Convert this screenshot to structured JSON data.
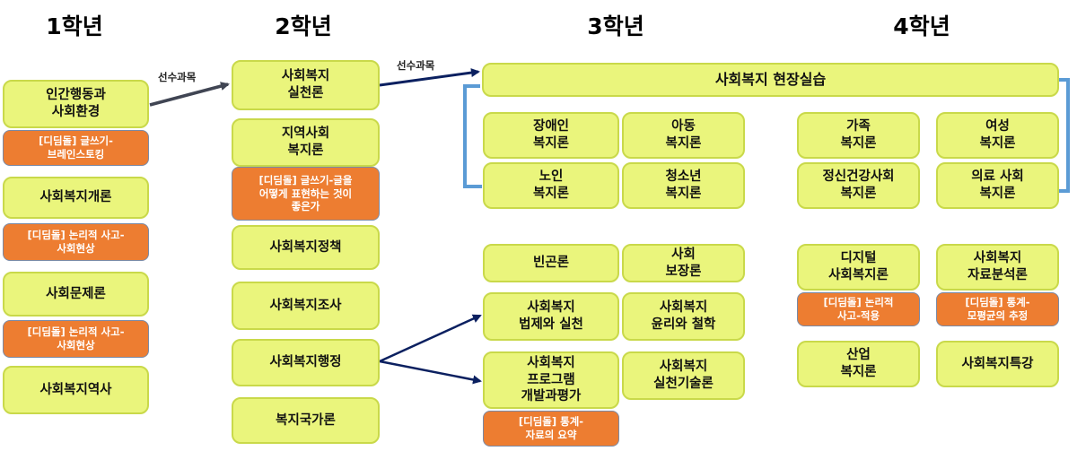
{
  "years": [
    "1학년",
    "2학년",
    "3학년",
    "4학년"
  ],
  "prerequisite_label": "선수과목",
  "year1": {
    "human_behavior": "인간행동과\n사회환경",
    "tag_brainstorm": "[디딤돌] 글쓰기-\n브레인스토킹",
    "intro": "사회복지개론",
    "tag_logic1": "[디딤돌] 논리적 사고-\n사회현상",
    "problems": "사회문제론",
    "tag_logic2": "[디딤돌] 논리적 사고-\n사회현상",
    "history": "사회복지역사"
  },
  "year2": {
    "practice_theory": "사회복지\n실천론",
    "community": "지역사회\n복지론",
    "tag_writing": "[디딤돌] 글쓰기-글을\n어떻게 표현하는 것이\n좋은가",
    "policy": "사회복지정책",
    "research": "사회복지조사",
    "administration": "사회복지행정",
    "comparative": "복지국가론"
  },
  "year3": {
    "field_practicum": "사회복지 현장실습",
    "disability": "장애인\n복지론",
    "child": "아동\n복지론",
    "elderly": "노인\n복지론",
    "youth": "청소년\n복지론",
    "poverty": "빈곤론",
    "social_security": "사회\n보장론",
    "law": "사회복지\n법제와 실천",
    "ethics": "사회복지\n윤리와 철학",
    "program": "사회복지\n프로그램\n개발과평가",
    "practice_skills": "사회복지\n실천기술론",
    "tag_stats_summary": "[디딤돌] 통계-\n자료의 요약"
  },
  "year4": {
    "family": "가족\n복지론",
    "women": "여성\n복지론",
    "mental_health": "정신건강사회\n복지론",
    "medical": "의료 사회\n복지론",
    "digital": "디지털\n사회복지론",
    "data_analysis": "사회복지\n자료분석론",
    "tag_logic_apply": "[디딤돌] 논리적\n사고-적용",
    "tag_stats_mean": "[디딤돌] 통계-\n모평균의 추정",
    "industrial": "산업\n복지론",
    "special": "사회복지특강"
  },
  "colors": {
    "course_fill": "#eaf57c",
    "course_border": "#c9d94a",
    "tag_fill": "#ed7d31",
    "arrow_dark": "#404553",
    "arrow_navy": "#0b2060",
    "bracket": "#5b9bd5"
  }
}
